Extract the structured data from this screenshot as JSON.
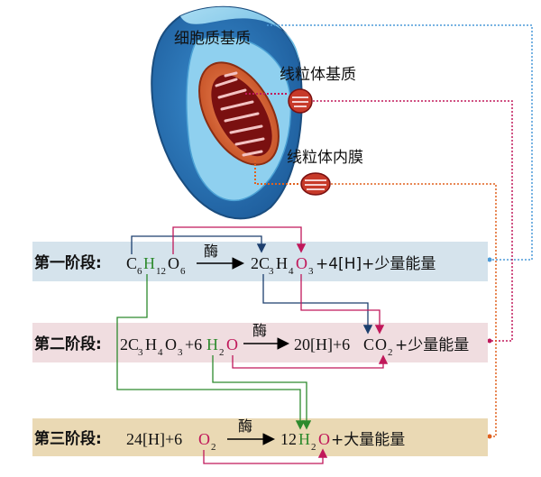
{
  "labels": {
    "cytoplasm": "细胞质基质",
    "matrix": "线粒体基质",
    "inner_membrane": "线粒体内膜"
  },
  "enzyme": "酶",
  "stage1": {
    "title": "第一阶段:",
    "C": "C",
    "c_sub": "6",
    "H": "H",
    "h_sub": "12",
    "O": "O",
    "o_sub": "6",
    "arrow": "→",
    "p_coef": "2C",
    "p_c_sub": "3",
    "p_H": "H",
    "p_h_sub": "4",
    "p_O": "O",
    "p_o_sub": "3",
    "p_rest": "+4[H]+少量能量"
  },
  "stage2": {
    "title": "第二阶段:",
    "r1": "2C",
    "r1_c_sub": "3",
    "r1_H": "H",
    "r1_h_sub": "4",
    "r1_O": "O",
    "r1_o_sub": "3",
    "plus6": "+6",
    "H": "H",
    "h_sub": "2",
    "O": "O",
    "arrow": "→",
    "p1": "20[H]+6",
    "C": "C",
    "O2": "O",
    "o2_sub": "2",
    "p_rest": "+少量能量"
  },
  "stage3": {
    "title": "第三阶段:",
    "r1": "24[H]+6",
    "O": "O",
    "o_sub": "2",
    "arrow": "→",
    "p_coef": "12",
    "H": "H",
    "h_sub": "2",
    "O2": "O",
    "p_rest": "+大量能量"
  },
  "colors": {
    "stage1_bg": "#d5e3ec",
    "stage2_bg": "#f0dde0",
    "stage3_bg": "#ead9b4",
    "blue_line": "#4b9ad8",
    "magenta_line": "#c0185a",
    "orange_line": "#e0611f",
    "green_line": "#2d8a2d",
    "navy_line": "#1c3f6e",
    "cell_outer": "#2f7fc1",
    "cell_inner": "#7bc4e8",
    "mito_outer": "#e0784c",
    "mito_inner": "#8b1414"
  }
}
